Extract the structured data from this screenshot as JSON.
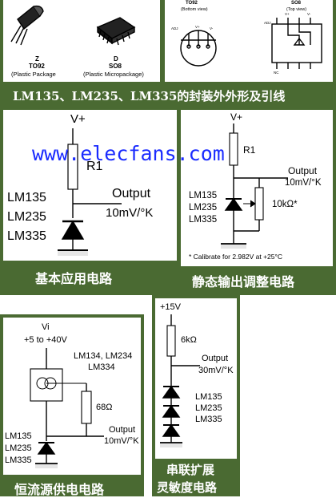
{
  "pkg": {
    "to92_letter": "Z",
    "to92_name": "TO92",
    "to92_desc": "(Plastic Package",
    "so8_letter": "D",
    "so8_name": "SO8",
    "so8_desc": "(Plastic Micropackage)",
    "to92_view_title": "TO92",
    "to92_view_sub": "(Bottom view)",
    "so8_view_title": "SO8",
    "so8_view_sub": "(Top view)",
    "pin_adj": "ADJ",
    "pin_vp": "V+",
    "pin_vm": "V-",
    "pin_nc": "NC",
    "caption": "LM135、LM235、LM335的封装外外形及引线"
  },
  "watermark": "www.elecfans.com",
  "basic": {
    "vplus": "V+",
    "r1": "R1",
    "parts": [
      "LM135",
      "LM235",
      "LM335"
    ],
    "output": "Output",
    "scale": "10mV/°K",
    "caption": "基本应用电路"
  },
  "calib": {
    "vplus": "V+",
    "r1": "R1",
    "output": "Output",
    "scale": "10mV/°K",
    "parts": [
      "LM135",
      "LM235",
      "LM335"
    ],
    "pot": "10kΩ*",
    "note": "* Calibrate for 2.982V at +25°C",
    "caption": "静态输出调整电路"
  },
  "constcur": {
    "vi": "Vi",
    "range": "+5 to +40V",
    "src_parts": [
      "LM134, LM234",
      "LM334"
    ],
    "resistor": "68Ω",
    "output": "Output",
    "scale": "10mV/°K",
    "parts": [
      "LM135",
      "LM235",
      "LM335"
    ],
    "caption": "恒流源供电电路"
  },
  "series": {
    "supply": "+15V",
    "resistor": "6kΩ",
    "output": "Output",
    "scale": "30mV/°K",
    "parts": [
      "LM135",
      "LM235",
      "LM335"
    ],
    "caption1": "串联扩展",
    "caption2": "灵敏度电路"
  }
}
